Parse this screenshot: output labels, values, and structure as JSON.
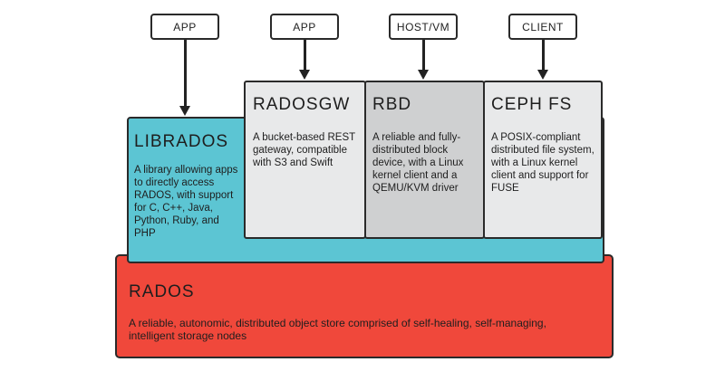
{
  "top_labels": [
    "APP",
    "APP",
    "HOST/VM",
    "CLIENT"
  ],
  "librados": {
    "title": "LIBRADOS",
    "desc": "A library allowing apps to directly access RADOS, with support for C, C++, Java, Python, Ruby, and PHP"
  },
  "radosgw": {
    "title": "RADOSGW",
    "desc": "A bucket-based REST gateway, compatible with S3 and Swift"
  },
  "rbd": {
    "title": "RBD",
    "desc": "A reliable and fully-distributed block device, with a Linux kernel client and a QEMU/KVM driver"
  },
  "cephfs": {
    "title": "CEPH FS",
    "desc": "A POSIX-compliant distributed file system, with a Linux kernel client and support for FUSE"
  },
  "rados": {
    "title": "RADOS",
    "desc": "A reliable, autonomic, distributed object store comprised of self-healing, self-managing, intelligent storage nodes"
  },
  "colors": {
    "rados": "#f0483b",
    "librados": "#5cc5d3",
    "card_light": "#e8e9ea",
    "card_mid": "#cfd0d1"
  }
}
